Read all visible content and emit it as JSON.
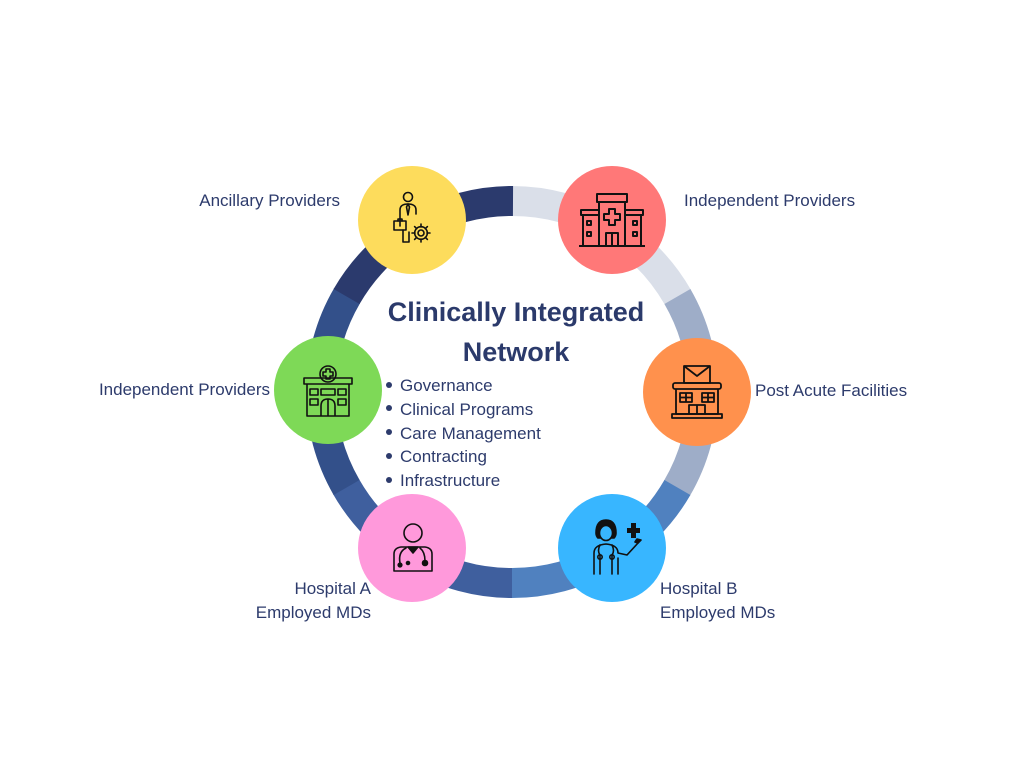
{
  "title": {
    "line1": "Clinically Integrated",
    "line2": "Network"
  },
  "bullets": [
    "Governance",
    "Clinical Programs",
    "Care Management",
    "Contracting",
    "Infrastructure"
  ],
  "nodes": [
    {
      "id": "ancillary",
      "label": "Ancillary Providers",
      "icon": "businessman-gear-icon",
      "color": "#FDDC5C"
    },
    {
      "id": "independent-top",
      "label": "Independent Providers",
      "icon": "hospital-building-icon",
      "color": "#FF7878"
    },
    {
      "id": "post-acute",
      "label": "Post Acute Facilities",
      "icon": "facility-envelope-icon",
      "color": "#FF914D"
    },
    {
      "id": "hospital-b",
      "label_line1": "Hospital B",
      "label_line2": "Employed MDs",
      "icon": "female-doctor-icon",
      "color": "#38B6FF"
    },
    {
      "id": "hospital-a",
      "label_line1": "Hospital A",
      "label_line2": "Employed MDs",
      "icon": "male-doctor-icon",
      "color": "#FF99DB"
    },
    {
      "id": "independent-left",
      "label": "Independent Providers",
      "icon": "clinic-building-icon",
      "color": "#7ED957"
    }
  ],
  "ring_colors": [
    "#DADFE9",
    "#DADFE9",
    "#9EADC8",
    "#9EADC8",
    "#5081BF",
    "#5081BF",
    "#3F5F9E",
    "#3F5F9E",
    "#33508A",
    "#33508A",
    "#2B3A6D",
    "#2B3A6D"
  ]
}
